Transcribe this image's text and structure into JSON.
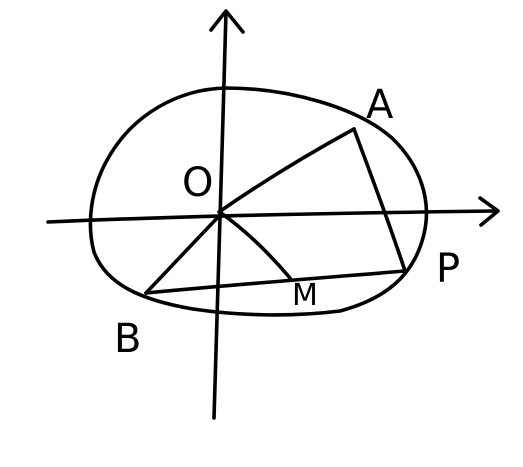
{
  "labels": {
    "origin": "O",
    "point_a": "A",
    "point_b": "B",
    "point_p": "P",
    "point_m": "M"
  },
  "colors": {
    "ink": "#000000",
    "background": "#ffffff"
  }
}
